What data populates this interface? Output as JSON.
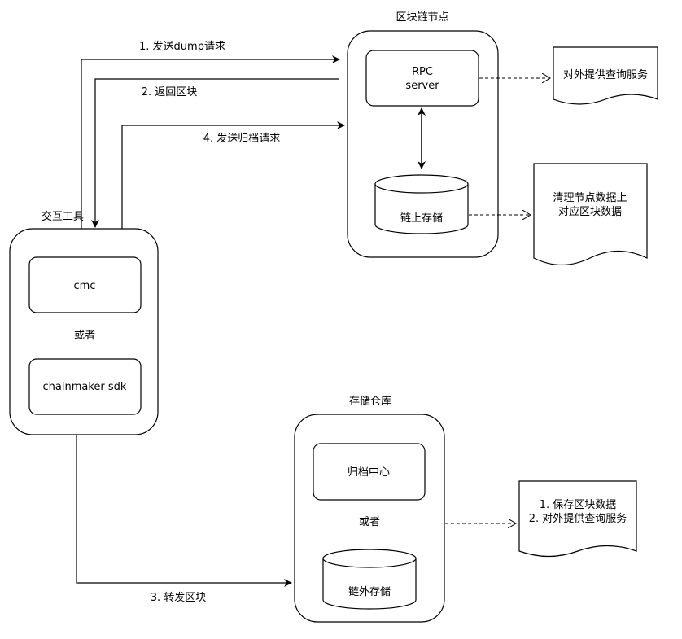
{
  "groups": {
    "blockchain_node": "区块链节点",
    "interaction_tool": "交互工具",
    "storage_warehouse": "存储仓库"
  },
  "nodes": {
    "rpc_line1": "RPC",
    "rpc_line2": "server",
    "onchain_storage": "链上存储",
    "cmc": "cmc",
    "or_tool": "或者",
    "chainmaker_sdk": "chainmaker sdk",
    "archive_center": "归档中心",
    "or_storage": "或者",
    "offchain_storage": "链外存储"
  },
  "documents": {
    "query_service": "对外提供查询服务",
    "clean_line1": "清理节点数据上",
    "clean_line2": "对应区块数据",
    "save_line1": "1. 保存区块数据",
    "save_line2": "2. 对外提供查询服务"
  },
  "edges": {
    "send_dump": "1. 发送dump请求",
    "return_block": "2. 返回区块",
    "send_archive": "4. 发送归档请求",
    "forward_block": "3. 转发区块"
  }
}
